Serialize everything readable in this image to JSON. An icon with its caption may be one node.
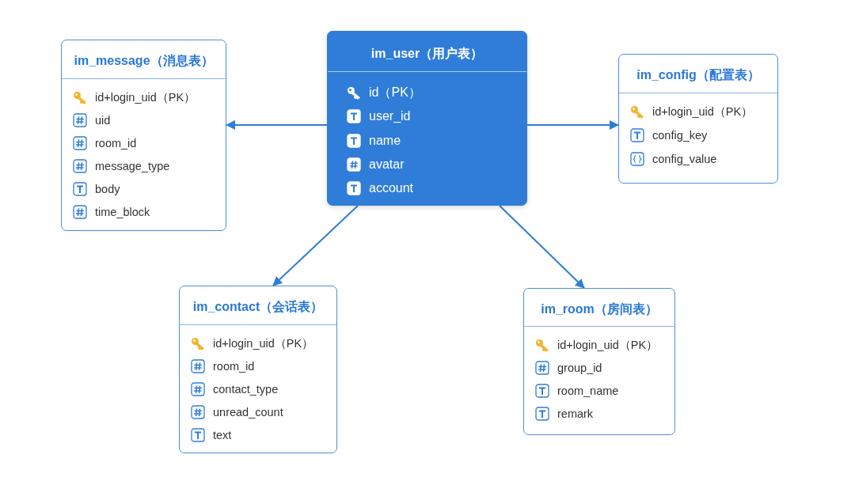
{
  "diagram": {
    "nodes": [
      {
        "text": [
          "im_user（用户表）",
          "id（PK）",
          "user_id",
          "name",
          "avatar",
          "account"
        ]
      },
      {
        "text": [
          "im_message（消息表）",
          "id+login_uid（PK）",
          "uid",
          "room_id",
          "message_type",
          "body",
          "time_block"
        ]
      },
      {
        "text": [
          "im_config（配置表）",
          "id+login_uid（PK）",
          "config_key",
          "config_value"
        ]
      },
      {
        "text": [
          "im_contact（会话表）",
          "id+login_uid（PK）",
          "room_id",
          "contact_type",
          "unread_count",
          "text"
        ]
      },
      {
        "text": [
          "im_room（房间表）",
          "id+login_uid（PK）",
          "group_id",
          "room_name",
          "remark"
        ]
      }
    ],
    "edges": [
      {
        "from": 0,
        "to": 1,
        "arrow": "to"
      },
      {
        "from": 0,
        "to": 2,
        "arrow": "to"
      },
      {
        "from": 0,
        "to": 3,
        "arrow": "to"
      },
      {
        "from": 0,
        "to": 4,
        "arrow": "to"
      }
    ]
  }
}
